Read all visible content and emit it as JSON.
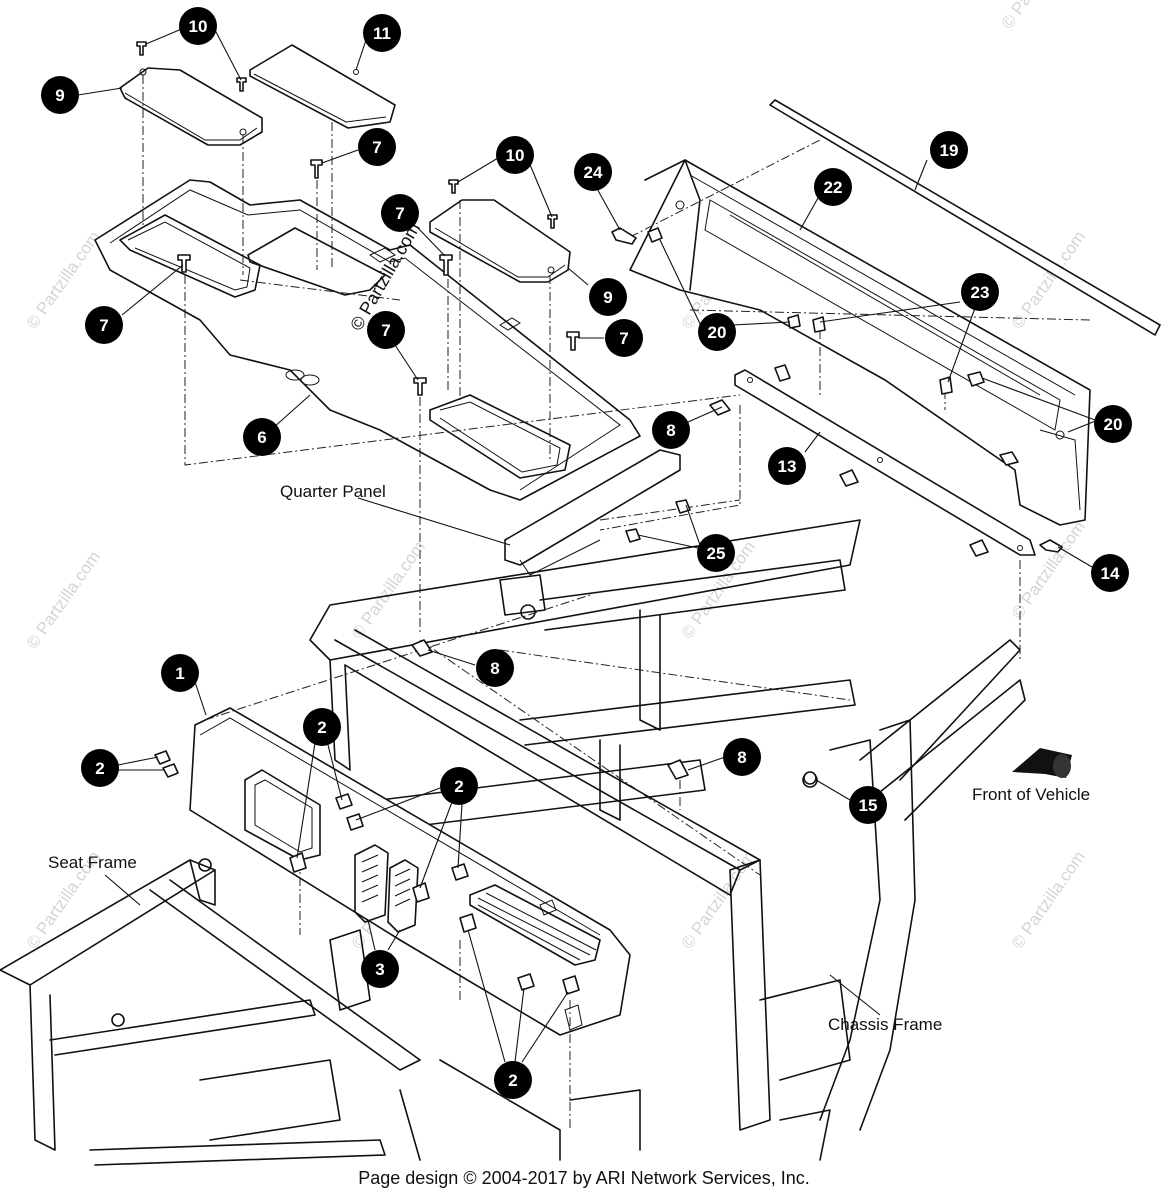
{
  "callouts": [
    {
      "id": "c10a",
      "num": "10"
    },
    {
      "id": "c11",
      "num": "11"
    },
    {
      "id": "c9a",
      "num": "9"
    },
    {
      "id": "c7a",
      "num": "7"
    },
    {
      "id": "c10b",
      "num": "10"
    },
    {
      "id": "c24",
      "num": "24"
    },
    {
      "id": "c22",
      "num": "22"
    },
    {
      "id": "c19",
      "num": "19"
    },
    {
      "id": "c7b",
      "num": "7"
    },
    {
      "id": "c9b",
      "num": "9"
    },
    {
      "id": "c7c",
      "num": "7"
    },
    {
      "id": "c7d",
      "num": "7"
    },
    {
      "id": "c7e",
      "num": "7"
    },
    {
      "id": "c20a",
      "num": "20"
    },
    {
      "id": "c23",
      "num": "23"
    },
    {
      "id": "c6",
      "num": "6"
    },
    {
      "id": "c8a",
      "num": "8"
    },
    {
      "id": "c13",
      "num": "13"
    },
    {
      "id": "c20b",
      "num": "20"
    },
    {
      "id": "c25",
      "num": "25"
    },
    {
      "id": "c14",
      "num": "14"
    },
    {
      "id": "c8b",
      "num": "8"
    },
    {
      "id": "c1",
      "num": "1"
    },
    {
      "id": "c2a",
      "num": "2"
    },
    {
      "id": "c2b",
      "num": "2"
    },
    {
      "id": "c2c",
      "num": "2"
    },
    {
      "id": "c8c",
      "num": "8"
    },
    {
      "id": "c15",
      "num": "15"
    },
    {
      "id": "c3",
      "num": "3"
    },
    {
      "id": "c2d",
      "num": "2"
    }
  ],
  "labels": {
    "quarter_panel": "Quarter Panel",
    "seat_frame": "Seat Frame",
    "chassis_frame": "Chassis Frame",
    "front_of_vehicle": "Front of Vehicle"
  },
  "watermark": {
    "main": "© Partzilla.com",
    "repeat": "© Partzilla.com"
  },
  "footer": "Page design © 2004-2017 by ARI Network Services, Inc."
}
